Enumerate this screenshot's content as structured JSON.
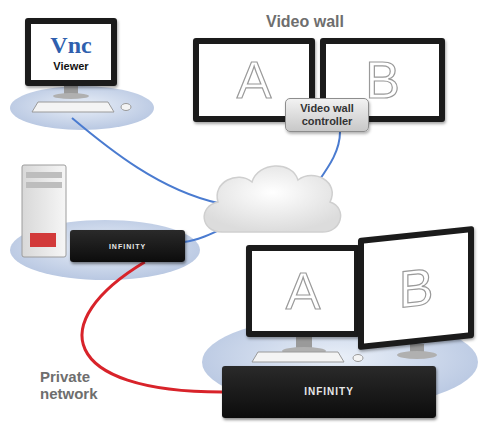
{
  "diagram": {
    "nodes": [
      {
        "text": [
          "Video wall controller"
        ]
      },
      {
        "text": [
          "A"
        ]
      },
      {
        "text": [
          "B"
        ]
      },
      {
        "text": [
          "Vnc",
          "Viewer"
        ]
      },
      {
        "text": [
          "INFINITY"
        ]
      },
      {
        "text": [
          "A"
        ]
      },
      {
        "text": [
          "B"
        ]
      },
      {
        "text": [
          "INFINITY"
        ]
      }
    ],
    "edges": [
      {
        "from": 4,
        "to": 7,
        "arrow": "none",
        "label": "Private network"
      }
    ],
    "labels": [
      "Video wall"
    ]
  }
}
